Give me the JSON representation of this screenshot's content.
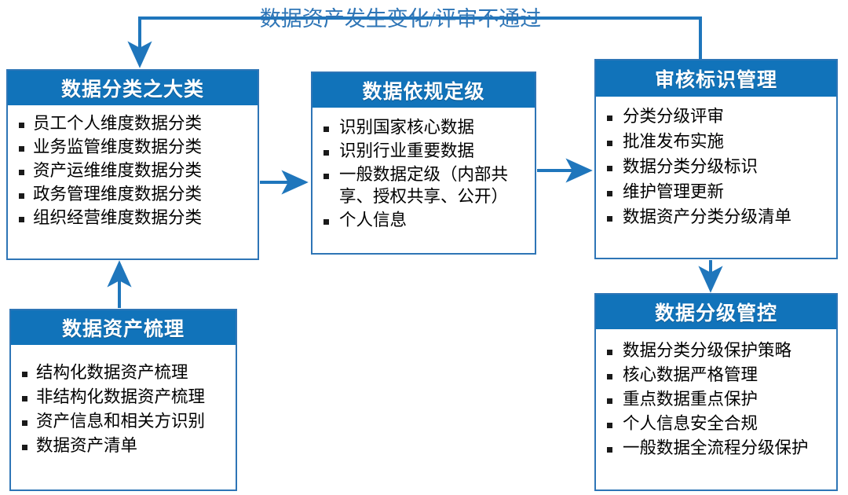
{
  "diagram": {
    "title_text": "数据资产发生变化/评审不通过",
    "accent_color": "#1173ba",
    "border_color": "#2e75b6",
    "connector_color": "#1f76bc",
    "background_color": "#ffffff"
  },
  "cards": {
    "major_category": {
      "header": "数据分类之大类",
      "items": [
        "员工个人维度数据分类",
        "业务监管维度数据分类",
        "资产运维维度数据分类",
        "政务管理维度数据分类",
        "组织经营维度数据分类"
      ]
    },
    "grading": {
      "header": "数据依规定级",
      "items": [
        "识别国家核心数据",
        "识别行业重要数据",
        "一般数据定级（内部共享、授权共享、公开）",
        "个人信息"
      ]
    },
    "review_label": {
      "header": "审核标识管理",
      "items": [
        "分类分级评审",
        "批准发布实施",
        "数据分类分级标识",
        "维护管理更新",
        "数据资产分类分级清单"
      ]
    },
    "asset_inventory": {
      "header": "数据资产梳理",
      "items": [
        "结构化数据资产梳理",
        "非结构化数据资产梳理",
        "资产信息和相关方识别",
        "数据资产清单"
      ]
    },
    "level_control": {
      "header": "数据分级管控",
      "items": [
        "数据分类分级保护策略",
        "核心数据严格管理",
        "重点数据重点保护",
        "个人信息安全合规",
        "一般数据全流程分级保护"
      ]
    }
  },
  "connectors": [
    {
      "name": "asset-inventory-to-major-category",
      "label": ""
    },
    {
      "name": "major-category-to-grading",
      "label": ""
    },
    {
      "name": "grading-to-review-label",
      "label": ""
    },
    {
      "name": "review-label-to-level-control",
      "label": ""
    },
    {
      "name": "review-label-feedback-to-major-category",
      "label": "数据资产发生变化/评审不通过"
    }
  ]
}
